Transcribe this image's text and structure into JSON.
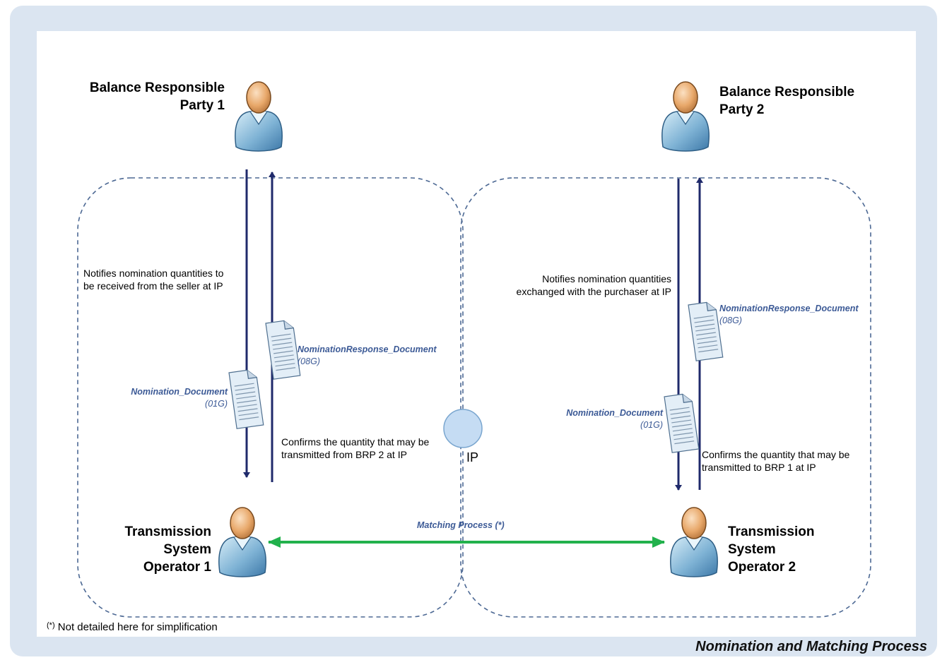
{
  "actors": {
    "brp1": {
      "line1": "Balance  Responsible",
      "line2": "Party 1"
    },
    "brp2": {
      "line1": "Balance Responsible",
      "line2": "Party 2"
    },
    "tso1": {
      "line1": "Transmission",
      "line2": "System",
      "line3": "Operator 1"
    },
    "tso2": {
      "line1": "Transmission",
      "line2": "System",
      "line3": "Operator 2"
    }
  },
  "notes": {
    "left_notify": {
      "line1": "Notifies  nomination quantities to",
      "line2": "be received from the seller  at IP"
    },
    "right_notify": {
      "line1": "Notifies  nomination quantities",
      "line2": "exchanged with the purchaser at IP"
    },
    "left_confirm": {
      "line1": "Confirms the quantity that may be",
      "line2": "transmitted from BRP 2 at IP"
    },
    "right_confirm": {
      "line1": "Confirms the quantity that may be",
      "line2": "transmitted to BRP 1 at IP"
    }
  },
  "documents": {
    "left_response": {
      "name": "NominationResponse_Document",
      "code": "(08G)"
    },
    "left_nomination": {
      "name": "Nomination_Document",
      "code": "(01G)"
    },
    "right_response": {
      "name": "NominationResponse_Document",
      "code": "(08G)"
    },
    "right_nomination": {
      "name": "Nomination_Document",
      "code": "(01G)"
    }
  },
  "ip_label": "IP",
  "matching_label": "Matching Process (*)",
  "footnote": {
    "marker": "(*)",
    "text": "Not detailed here for simplification"
  },
  "caption": "Nomination and Matching Process",
  "colors": {
    "frame": "#dbe5f1",
    "arrow_dark": "#1f2a6b",
    "matching_arrow": "#22b14c",
    "dashed_boundary": "#4d6994",
    "ip_circle": "#c5dcf3",
    "doc_text": "#3c5a96"
  },
  "icons": {
    "actor": "person-icon",
    "document": "document-icon"
  }
}
